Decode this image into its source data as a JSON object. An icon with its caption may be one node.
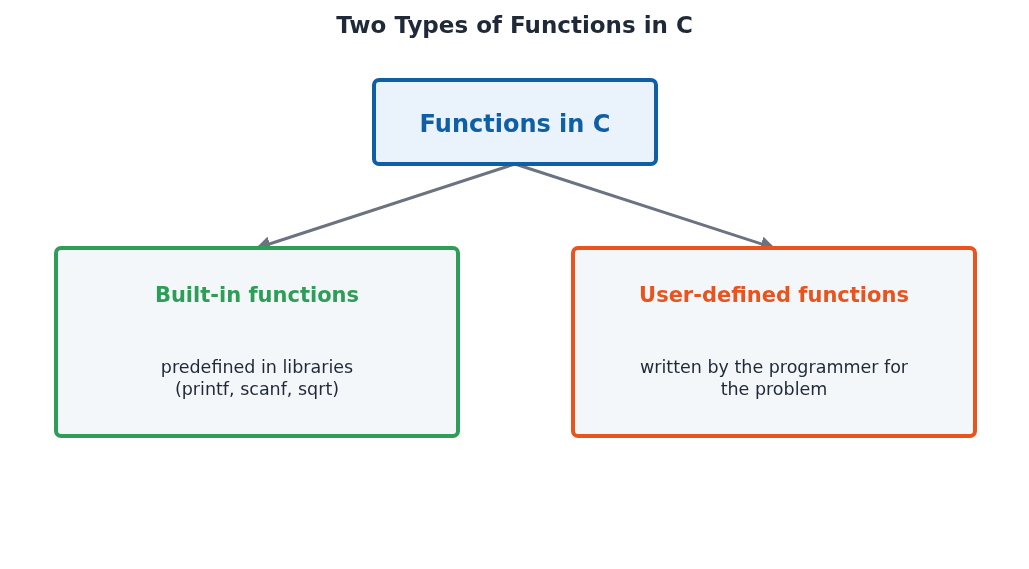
{
  "diagram": {
    "title": "Two Types of Functions in C",
    "nodes": [
      {
        "text": [
          "Functions in C"
        ]
      },
      {
        "text": [
          "Built-in functions",
          "predefined in libraries (printf, scanf, sqrt)"
        ]
      },
      {
        "text": [
          "User-defined functions",
          "written by the programmer for the problem"
        ]
      }
    ],
    "edges": [
      {
        "from": 0,
        "to": 1,
        "arrow": "to"
      },
      {
        "from": 0,
        "to": 2,
        "arrow": "to"
      }
    ]
  }
}
